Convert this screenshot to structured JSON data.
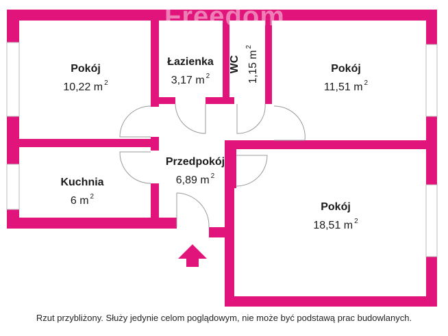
{
  "watermark": "Freedom",
  "accent_color": "#e0147a",
  "rooms": [
    {
      "name": "Pokój",
      "area": "10,22 m",
      "unit_sup": "2"
    },
    {
      "name": "Łazienka",
      "area": "3,17 m",
      "unit_sup": "2"
    },
    {
      "name": "WC",
      "area": "1,15 m",
      "unit_sup": "2"
    },
    {
      "name": "Pokój",
      "area": "11,51 m",
      "unit_sup": "2"
    },
    {
      "name": "Przedpokój",
      "area": "6,89 m",
      "unit_sup": "2"
    },
    {
      "name": "Kuchnia",
      "area": "6 m",
      "unit_sup": "2"
    },
    {
      "name": "Pokój",
      "area": "18,51 m",
      "unit_sup": "2"
    }
  ],
  "entrance_icon": "arrow-up-icon",
  "disclaimer": "Rzut przybliżony. Służy jedynie celom poglądowym, nie może być podstawą prac budowlanych."
}
